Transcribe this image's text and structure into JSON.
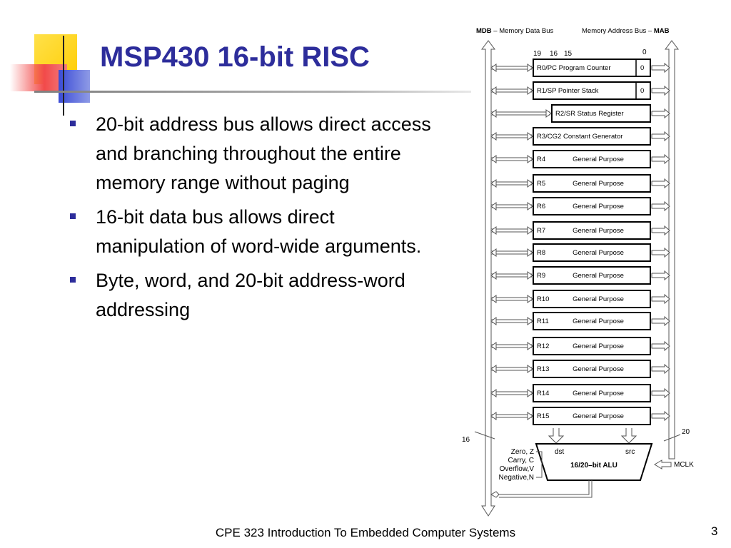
{
  "slide": {
    "title": "MSP430 16-bit RISC",
    "bullets": [
      "20-bit address bus allows direct access and branching throughout the entire memory range without paging",
      "16-bit data bus allows direct manipulation of word-wide arguments.",
      "Byte, word, and 20-bit address-word addressing"
    ],
    "footer": "CPE 323 Introduction To Embedded Computer Systems",
    "page_number": "3"
  },
  "diagram": {
    "mdb_label_bold": "MDB",
    "mdb_label_rest": " – Memory Data Bus",
    "mab_label_rest": "Memory Address Bus – ",
    "mab_label_bold": "MAB",
    "bit_labels": [
      "19",
      "16",
      "15",
      "0"
    ],
    "registers": [
      {
        "label": "R0/PC Program Counter",
        "suffix": "0"
      },
      {
        "label": "R1/SP Pointer Stack",
        "suffix": "0"
      },
      {
        "label": "R2/SR Status Register"
      },
      {
        "label": "R3/CG2 Constant Generator"
      },
      {
        "label": "R4",
        "purpose": "General Purpose"
      },
      {
        "label": "R5",
        "purpose": "General Purpose"
      },
      {
        "label": "R6",
        "purpose": "General Purpose"
      },
      {
        "label": "R7",
        "purpose": "General Purpose"
      },
      {
        "label": "R8",
        "purpose": "General Purpose"
      },
      {
        "label": "R9",
        "purpose": "General Purpose"
      },
      {
        "label": "R10",
        "purpose": "General Purpose"
      },
      {
        "label": "R11",
        "purpose": "General Purpose"
      },
      {
        "label": "R12",
        "purpose": "General Purpose"
      },
      {
        "label": "R13",
        "purpose": "General Purpose"
      },
      {
        "label": "R14",
        "purpose": "General Purpose"
      },
      {
        "label": "R15",
        "purpose": "General Purpose"
      }
    ],
    "bus_width_left": "16",
    "bus_width_right": "20",
    "alu_label": "16/20–bit ALU",
    "alu_dst": "dst",
    "alu_src": "src",
    "flags": [
      "Zero, Z",
      "Carry, C",
      "Overflow,V",
      "Negative,N"
    ],
    "clock_label": "MCLK"
  },
  "colors": {
    "title": "#2d2d9b",
    "bullet": "#2d2d9b",
    "deco_yellow": "#ffd21f",
    "deco_red": "#f24a4a",
    "deco_blue": "#3a4bd6"
  }
}
